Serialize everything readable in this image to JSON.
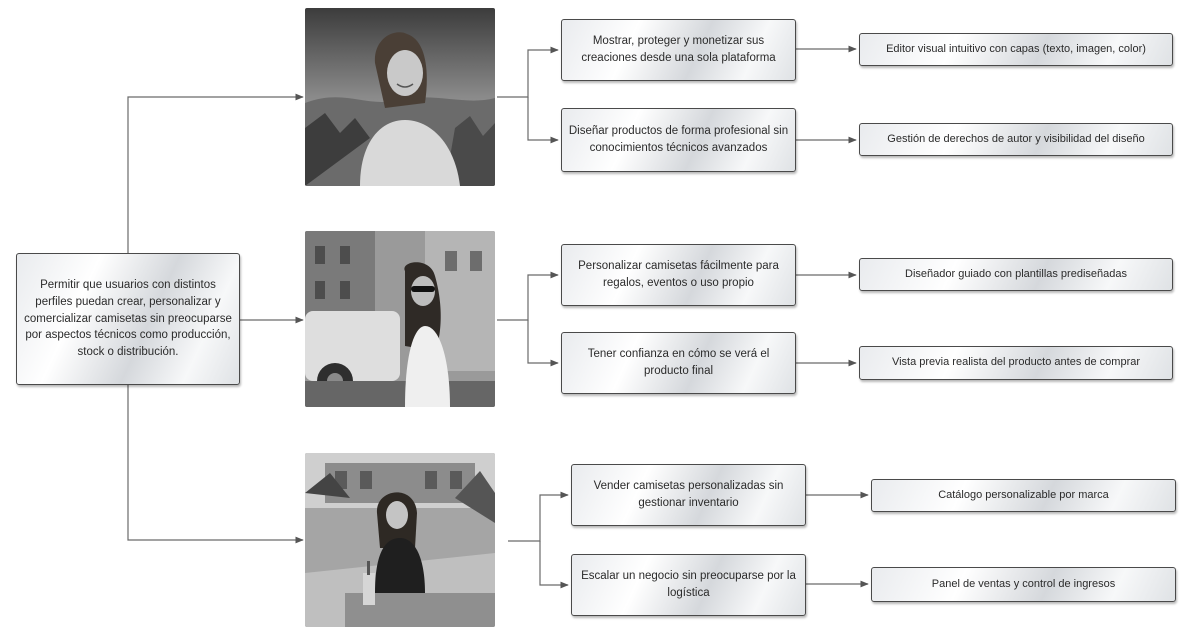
{
  "root": {
    "label": "Permitir que usuarios con distintos perfiles puedan crear, personalizar y comercializar camisetas sin preocuparse por aspectos técnicos como producción, stock o distribución."
  },
  "branches": [
    {
      "needs": [
        "Mostrar, proteger y monetizar sus creaciones desde una sola plataforma",
        "Diseñar productos de forma profesional sin conocimientos técnicos avanzados"
      ],
      "features": [
        "Editor visual intuitivo con capas (texto, imagen, color)",
        "Gestión de derechos de autor y visibilidad del diseño"
      ]
    },
    {
      "needs": [
        "Personalizar camisetas fácilmente para regalos, eventos o uso propio",
        "Tener confianza en cómo se verá el producto final"
      ],
      "features": [
        "Diseñador guiado con plantillas prediseñadas",
        "Vista previa realista del producto antes de comprar"
      ]
    },
    {
      "needs": [
        "Vender camisetas personalizadas sin gestionar inventario",
        "Escalar un negocio sin preocuparse por la logística"
      ],
      "features": [
        "Catálogo personalizable por marca",
        "Panel de ventas y control de ingresos"
      ]
    }
  ]
}
